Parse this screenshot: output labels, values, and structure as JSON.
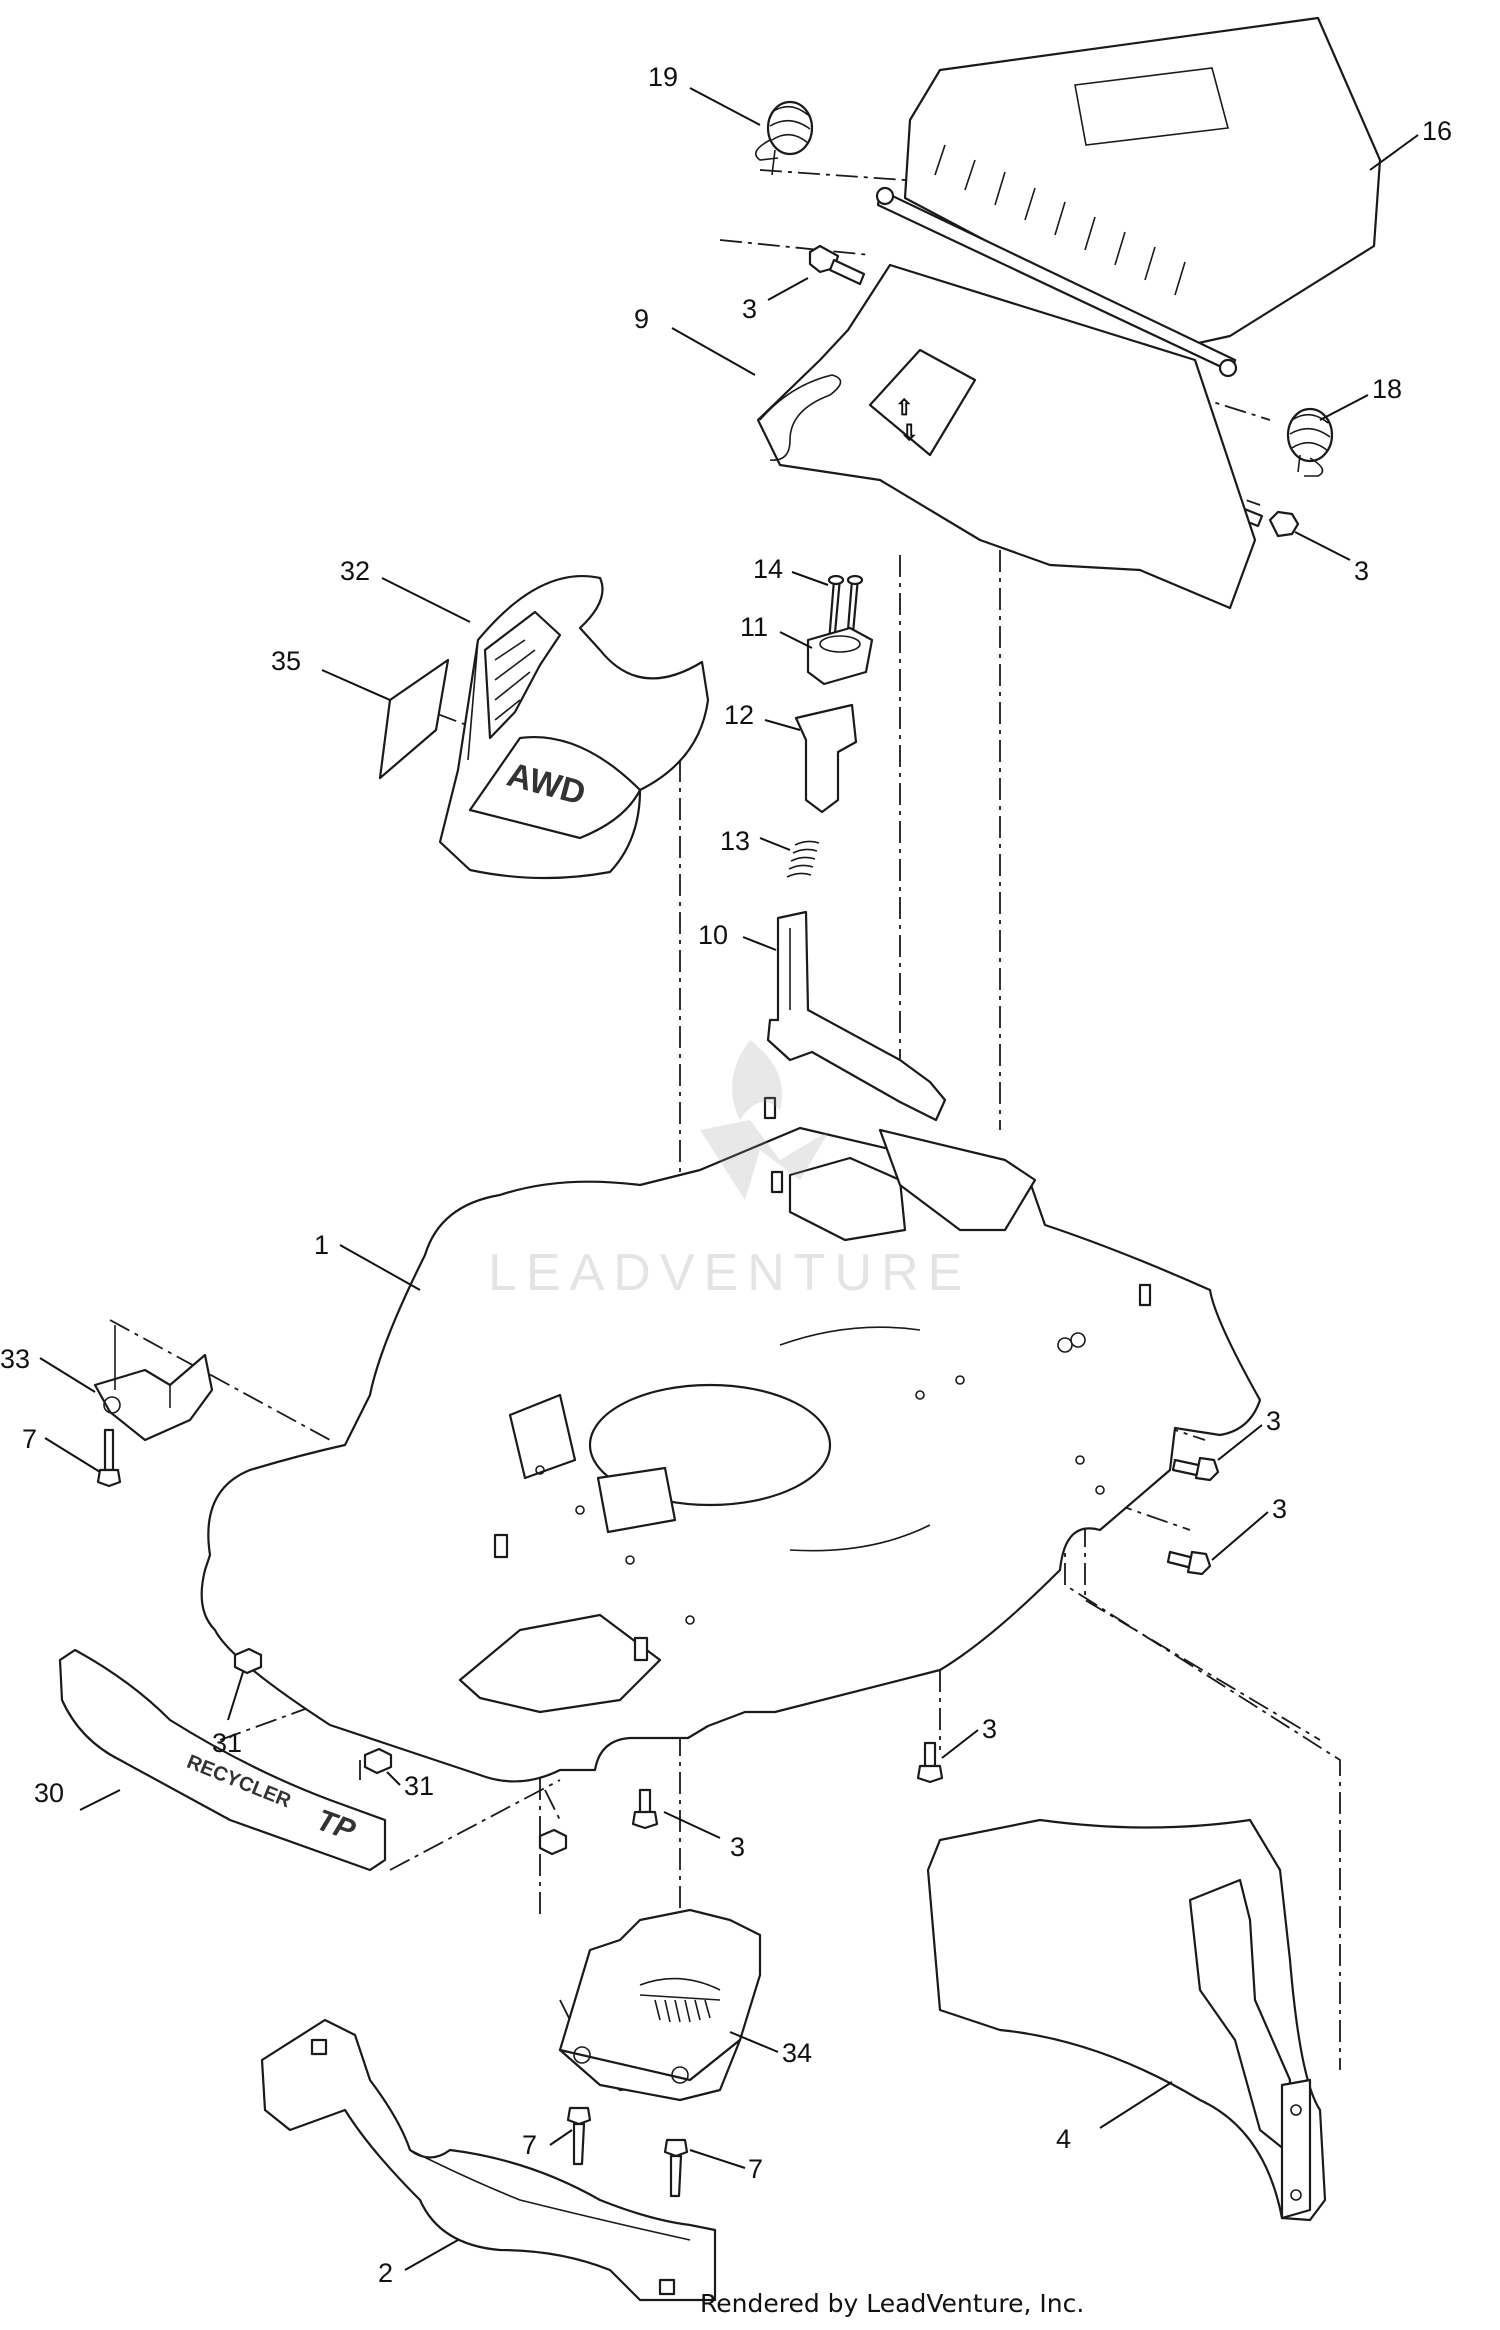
{
  "diagram": {
    "callouts": [
      "19",
      "16",
      "3",
      "9",
      "18",
      "3",
      "32",
      "14",
      "11",
      "35",
      "12",
      "13",
      "10",
      "1",
      "33",
      "7",
      "3",
      "3",
      "31",
      "31",
      "3",
      "30",
      "3",
      "34",
      "7",
      "7",
      "4",
      "2"
    ],
    "decals": {
      "badge": "AWD",
      "side_panel": "RECYCLER",
      "side_panel_mark": "TP"
    },
    "watermark": "LEADVENTURE"
  },
  "footer": {
    "credit": "Rendered by LeadVenture, Inc."
  }
}
